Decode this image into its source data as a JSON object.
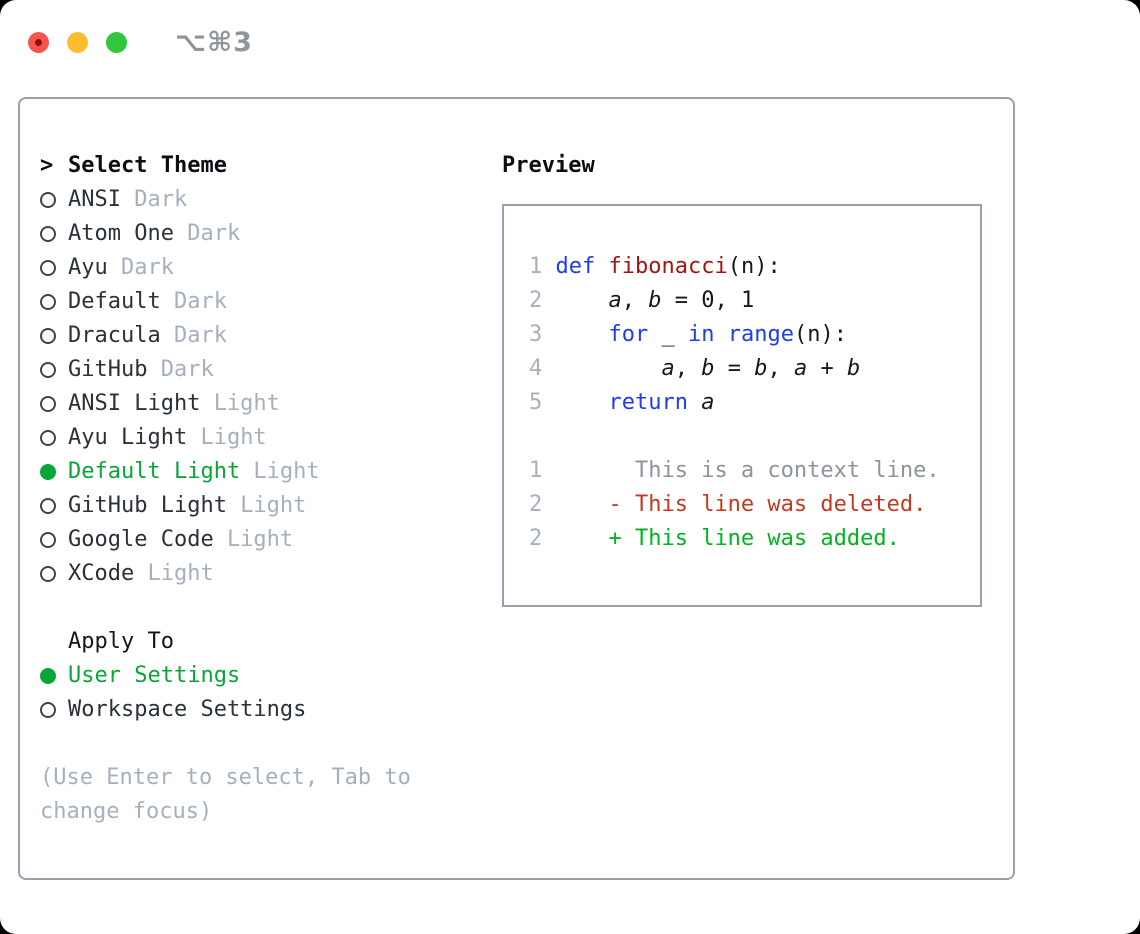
{
  "colors": {
    "green-select": "#0aa538",
    "green-add": "#00b41f",
    "red-del": "#c13a21",
    "blue-kw": "#1e3cf0",
    "darkred-fn": "#a31515",
    "border-gray": "#98a2ae",
    "gray-tag": "#a6b0bd",
    "gray-hint": "#a6b0bd",
    "gray-linenum": "#a7b0bc",
    "gray-ctx": "#8d949c",
    "shortcut-gray": "#8f959b",
    "light-red": "#f6554d",
    "light-yellow": "#fcbd2f",
    "light-green": "#2fc640"
  },
  "window": {
    "shortcut_label": "⌥⌘3"
  },
  "theme_panel": {
    "title_marker": ">",
    "title": "Select Theme",
    "items": [
      {
        "name": "ANSI",
        "tag": "Dark",
        "selected": false
      },
      {
        "name": "Atom One",
        "tag": "Dark",
        "selected": false
      },
      {
        "name": "Ayu",
        "tag": "Dark",
        "selected": false
      },
      {
        "name": "Default",
        "tag": "Dark",
        "selected": false
      },
      {
        "name": "Dracula",
        "tag": "Dark",
        "selected": false
      },
      {
        "name": "GitHub",
        "tag": "Dark",
        "selected": false
      },
      {
        "name": "ANSI Light",
        "tag": "Light",
        "selected": false
      },
      {
        "name": "Ayu Light",
        "tag": "Light",
        "selected": false
      },
      {
        "name": "Default Light",
        "tag": "Light",
        "selected": true
      },
      {
        "name": "GitHub Light",
        "tag": "Light",
        "selected": false
      },
      {
        "name": "Google Code",
        "tag": "Light",
        "selected": false
      },
      {
        "name": "XCode",
        "tag": "Light",
        "selected": false
      }
    ],
    "apply_to": {
      "title": "Apply To",
      "options": [
        {
          "label": "User Settings",
          "selected": true
        },
        {
          "label": "Workspace Settings",
          "selected": false
        }
      ]
    },
    "hint_lines": [
      "(Use Enter to select, Tab to",
      "change focus)"
    ]
  },
  "preview": {
    "title": "Preview",
    "lines": [
      {
        "kind": "code",
        "num": "1",
        "tokens": [
          {
            "s": "kw",
            "t": "def"
          },
          {
            "s": "pl",
            "t": " "
          },
          {
            "s": "fn",
            "t": "fibonacci"
          },
          {
            "s": "pl",
            "t": "(n):"
          }
        ]
      },
      {
        "kind": "code",
        "num": "2",
        "tokens": [
          {
            "s": "pl",
            "t": "    "
          },
          {
            "s": "var",
            "t": "a"
          },
          {
            "s": "pl",
            "t": ", "
          },
          {
            "s": "var",
            "t": "b"
          },
          {
            "s": "pl",
            "t": " = 0, 1"
          }
        ]
      },
      {
        "kind": "code",
        "num": "3",
        "tokens": [
          {
            "s": "pl",
            "t": "    "
          },
          {
            "s": "kw",
            "t": "for"
          },
          {
            "s": "pl",
            "t": " _ "
          },
          {
            "s": "kw",
            "t": "in"
          },
          {
            "s": "pl",
            "t": " "
          },
          {
            "s": "kw",
            "t": "range"
          },
          {
            "s": "pl",
            "t": "(n):"
          }
        ]
      },
      {
        "kind": "code",
        "num": "4",
        "tokens": [
          {
            "s": "pl",
            "t": "        "
          },
          {
            "s": "var",
            "t": "a"
          },
          {
            "s": "pl",
            "t": ", "
          },
          {
            "s": "var",
            "t": "b"
          },
          {
            "s": "pl",
            "t": " = "
          },
          {
            "s": "var",
            "t": "b"
          },
          {
            "s": "pl",
            "t": ", "
          },
          {
            "s": "var",
            "t": "a"
          },
          {
            "s": "pl",
            "t": " + "
          },
          {
            "s": "var",
            "t": "b"
          }
        ]
      },
      {
        "kind": "code",
        "num": "5",
        "tokens": [
          {
            "s": "pl",
            "t": "    "
          },
          {
            "s": "kw",
            "t": "return"
          },
          {
            "s": "pl",
            "t": " "
          },
          {
            "s": "var",
            "t": "a"
          }
        ]
      },
      {
        "kind": "blank"
      },
      {
        "kind": "context",
        "num": "1",
        "tokens": [
          {
            "s": "ctx",
            "t": "      This is a context line."
          }
        ]
      },
      {
        "kind": "deleted",
        "num": "2",
        "tokens": [
          {
            "s": "del",
            "t": "    - This line was deleted."
          }
        ]
      },
      {
        "kind": "added",
        "num": "2",
        "tokens": [
          {
            "s": "add",
            "t": "    + This line was added."
          }
        ]
      }
    ]
  }
}
